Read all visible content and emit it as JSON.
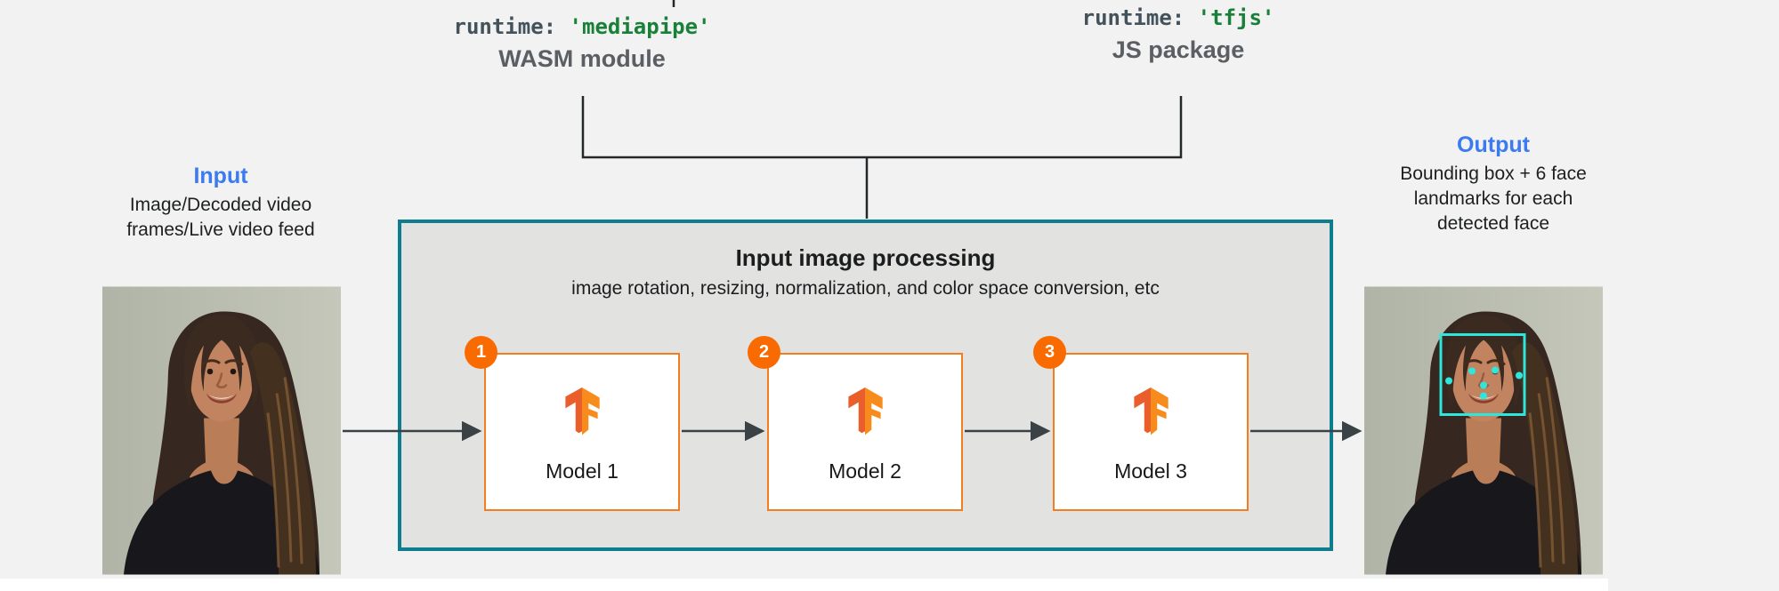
{
  "colors": {
    "bg": "#f1f2f1",
    "panel-gray": "#e2e2e1",
    "teal": "#0e7e8e",
    "orange": "#f57d20",
    "badge": "#f96b00",
    "blue": "#3c7af2",
    "code-green": "#188038",
    "code-gray": "#43525b",
    "label-gray": "#5b5f63",
    "arrow": "#3a4246",
    "cyan": "#2ee6dc",
    "tf-dark": "#e95e2b",
    "tf-light": "#f78c1c"
  },
  "runtimes": {
    "mediapipe": {
      "code_prefix": "runtime: ",
      "code_value": "'mediapipe'",
      "label": "WASM module"
    },
    "tfjs": {
      "code_prefix": "runtime: ",
      "code_value": "'tfjs'",
      "label": "JS package"
    }
  },
  "input": {
    "title": "Input",
    "description": "Image/Decoded video frames/Live video feed"
  },
  "output": {
    "title": "Output",
    "description": "Bounding box + 6 face landmarks for each detected face"
  },
  "processing": {
    "title": "Input image processing",
    "subtitle": "image rotation, resizing, normalization, and color space conversion, etc",
    "models": [
      {
        "badge": "1",
        "label": "Model 1"
      },
      {
        "badge": "2",
        "label": "Model 2"
      },
      {
        "badge": "3",
        "label": "Model 3"
      }
    ]
  }
}
